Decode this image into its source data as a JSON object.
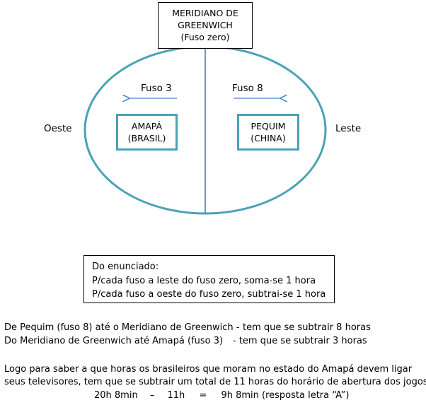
{
  "meridian": {
    "line1": "MERIDIANO DE",
    "line2": "GREENWICH",
    "line3": "(Fuso zero)"
  },
  "labels": {
    "west": "Oeste",
    "east": "Leste",
    "fuso_west": "Fuso 3",
    "fuso_east": "Fuso 8"
  },
  "places": {
    "amapa_line1": "AMAPÁ",
    "amapa_line2": "(BRASIL)",
    "pequim_line1": "PEQUIM",
    "pequim_line2": "(CHINA)"
  },
  "note": {
    "title": "Do enunciado:",
    "line1": "P/cada fuso  a leste do fuso zero, soma-se 1 hora",
    "line2": "P/cada fuso  a oeste do fuso zero, subtrai-se 1 hora"
  },
  "steps": {
    "line1_left": "De Pequim (fuso 8) até o Meridiano de Greenwich -",
    "line1_right": "tem que se subtrair 8 horas",
    "line2_left": "Do Meridiano de Greenwich até Amapá (fuso 3)",
    "line2_right": "-   tem que se subtrair 3 horas"
  },
  "conclusion": {
    "line1": "Logo para saber a que horas os brasileiros que moram no estado do Amapá devem ligar",
    "line2": "seus televisores, tem que se subtrair um total de 11 horas do horário de abertura dos jogos:",
    "calc_a": "20h 8min",
    "calc_op1": "–",
    "calc_b": "11h",
    "calc_op2": "=",
    "calc_result": "9h 8min (resposta letra “A”)"
  },
  "colors": {
    "globe_stroke": "#4aa3b4",
    "meridian_line": "#3f73b8",
    "arrow": "#4a86c6"
  }
}
